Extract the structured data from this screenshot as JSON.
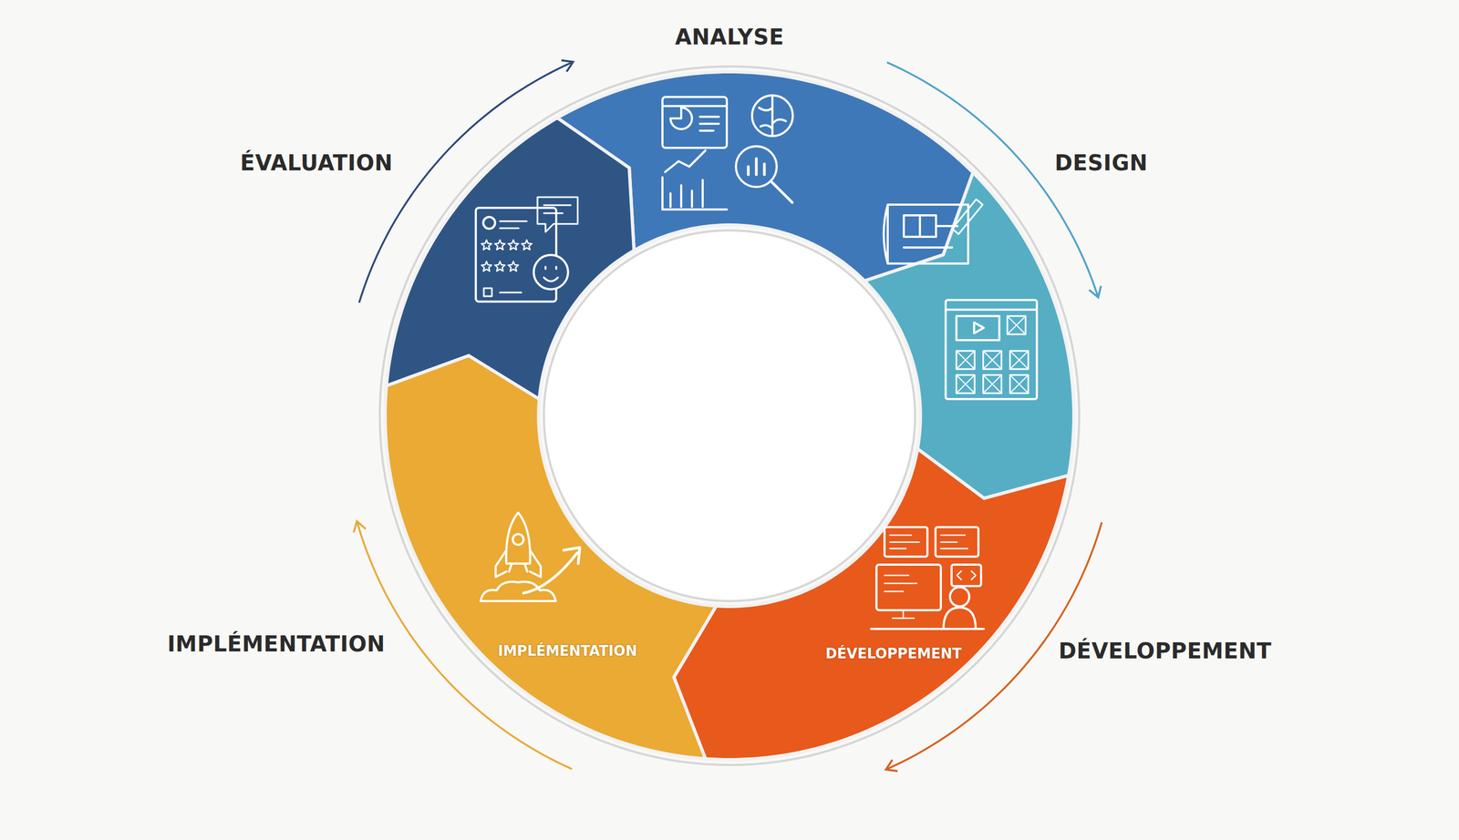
{
  "diagram": {
    "nodes": [
      {
        "text": [
          "ANALYSE"
        ]
      },
      {
        "text": [
          "DESIGN"
        ]
      },
      {
        "text": [
          "DÉVELOPPEMENT",
          "DÉVELOPPEMENT"
        ]
      },
      {
        "text": [
          "IMPLÉMENTATION",
          "IMPLÉMENTATION"
        ]
      },
      {
        "text": [
          "ÉVALUATION"
        ]
      }
    ],
    "edges": [
      {
        "from": 4,
        "to": 0,
        "arrow": "to"
      },
      {
        "from": 0,
        "to": 1,
        "arrow": "to"
      },
      {
        "from": 2,
        "to": 3,
        "arrow": "to"
      },
      {
        "from": 3,
        "to": 4,
        "arrow": "to"
      }
    ]
  }
}
